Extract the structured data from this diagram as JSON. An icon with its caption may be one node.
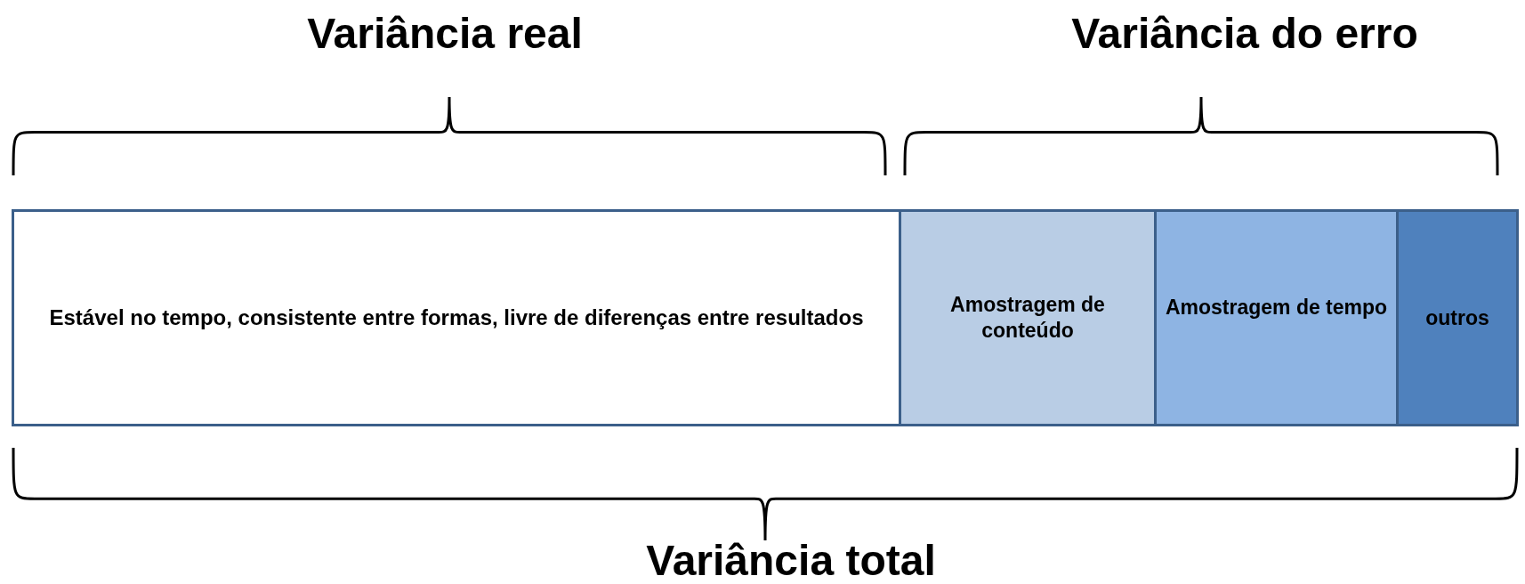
{
  "diagram": {
    "nodes": [
      {
        "text": [
          "Estável no tempo, consistente entre formas, livre de diferenças entre resultados"
        ]
      },
      {
        "text": [
          "Amostragem de conteúdo"
        ]
      },
      {
        "text": [
          "Amostragem de tempo"
        ]
      },
      {
        "text": [
          "outros"
        ]
      }
    ],
    "labels": [
      "Variância real",
      "Variância do erro",
      "Variância total"
    ]
  }
}
